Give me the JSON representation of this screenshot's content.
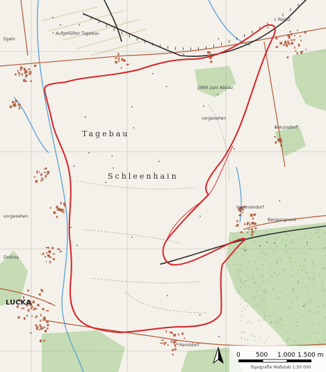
{
  "colors": {
    "background": "#f4f1ea",
    "boundary": "#d6242a",
    "forest": "#b9d7a8",
    "water": "#5aa0d6",
    "roads": "#b35a3a",
    "railway": "#2b2b2b",
    "settlement": "#b0563b",
    "grid": "#8a8a8a"
  },
  "labels": {
    "mine_1": "Tagebau",
    "mine_2": "Schleenhain",
    "town_lucka": "LUCKA",
    "aufgefuellt": "Aufgefüllter Tagebau",
    "abbau": "1990 zum Abbau",
    "vorgesehen_1": "vorgesehen",
    "vorgesehen_2": "vorgesehen",
    "drehna": "Drehna",
    "hemmendorf": "Hemmendorf",
    "ramsdorf": "Ramsdorf",
    "rositz": "Rositz",
    "breunsdorf": "Breunsdorf",
    "bergersgrund": "Bergersgrund",
    "egeln": "Egeln"
  },
  "scale_bar": {
    "ticks": [
      "0",
      "500",
      "1.000",
      "1.500 m"
    ],
    "caption": "Topografie Maßstab 1:50 000"
  },
  "north_arrow": {
    "icon": "north-arrow-icon"
  }
}
